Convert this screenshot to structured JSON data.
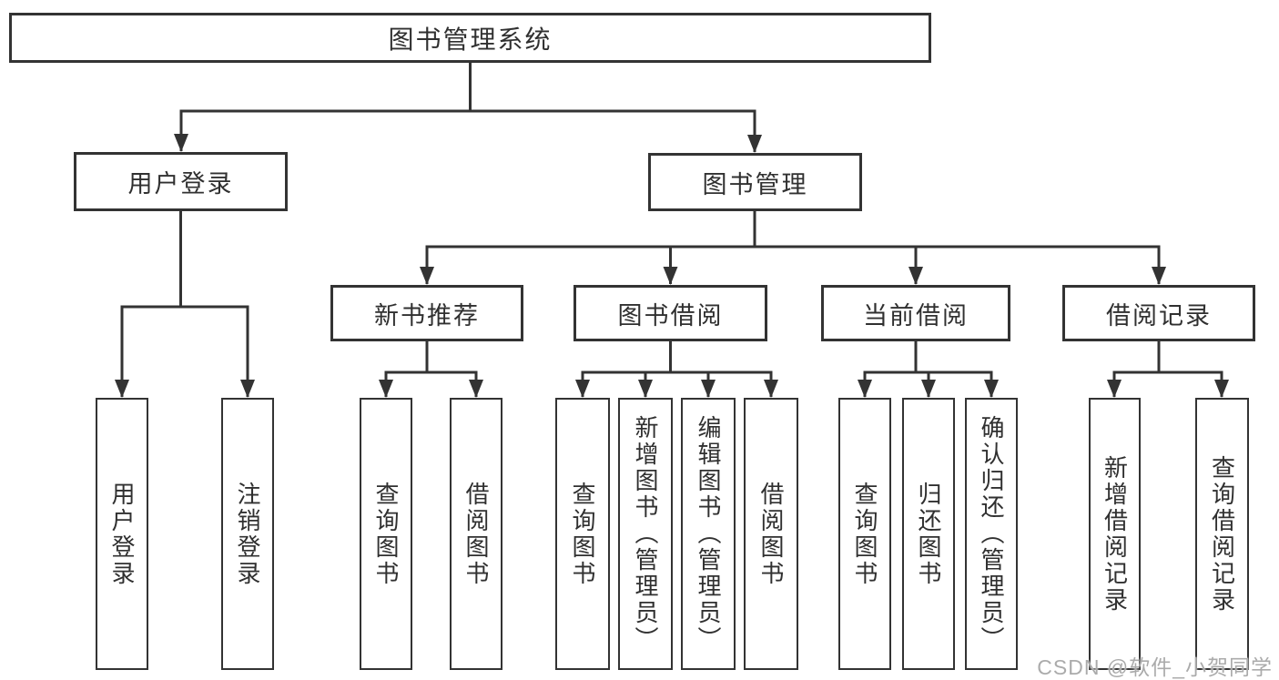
{
  "colors": {
    "line": "#333333",
    "text": "#303030",
    "background": "#ffffff",
    "watermark": "#ababab"
  },
  "diagram": {
    "root": {
      "label": "图书管理系统"
    },
    "level2": [
      {
        "label": "用户登录"
      },
      {
        "label": "图书管理"
      }
    ],
    "level3": [
      {
        "label": "新书推荐"
      },
      {
        "label": "图书借阅"
      },
      {
        "label": "当前借阅"
      },
      {
        "label": "借阅记录"
      }
    ],
    "leaves": {
      "user_login": [
        "用户登录",
        "注销登录"
      ],
      "recommend": [
        "查询图书",
        "借阅图书"
      ],
      "borrowing": [
        "查询图书",
        "新增图书（管理员）",
        "编辑图书（管理员）",
        "借阅图书"
      ],
      "current": [
        "查询图书",
        "归还图书",
        "确认归还（管理员）"
      ],
      "records": [
        "新增借阅记录",
        "查询借阅记录"
      ]
    }
  },
  "watermark": {
    "text": "CSDN @软件_小贺同学"
  }
}
